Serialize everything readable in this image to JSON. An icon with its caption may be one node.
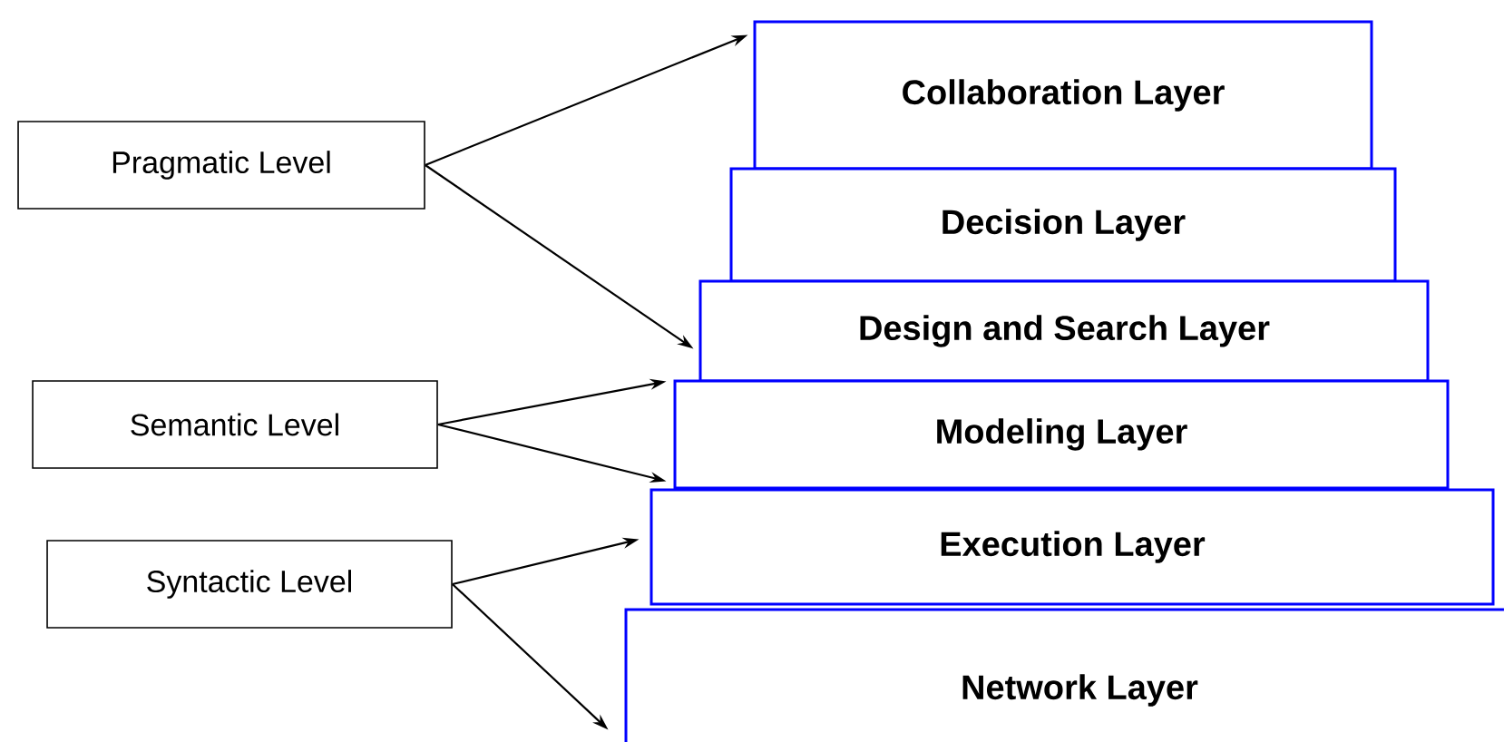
{
  "diagram": {
    "nodes": [
      {
        "text": [
          "Pragmatic Level"
        ]
      },
      {
        "text": [
          "Semantic Level"
        ]
      },
      {
        "text": [
          "Syntactic Level"
        ]
      },
      {
        "text": [
          "Collaboration Layer"
        ]
      },
      {
        "text": [
          "Decision Layer"
        ]
      },
      {
        "text": [
          "Design and Search Layer"
        ]
      },
      {
        "text": [
          "Modeling Layer"
        ]
      },
      {
        "text": [
          "Execution Layer"
        ]
      },
      {
        "text": [
          "Network Layer"
        ]
      }
    ],
    "edges": [
      {
        "from": 0,
        "to": 3,
        "arrow": "to"
      },
      {
        "from": 0,
        "to": 5,
        "arrow": "to"
      },
      {
        "from": 1,
        "to": 6,
        "arrow": "to"
      },
      {
        "from": 1,
        "to": 6,
        "arrow": "to"
      },
      {
        "from": 2,
        "to": 7,
        "arrow": "to"
      },
      {
        "from": 2,
        "to": 8,
        "arrow": "to"
      }
    ]
  }
}
